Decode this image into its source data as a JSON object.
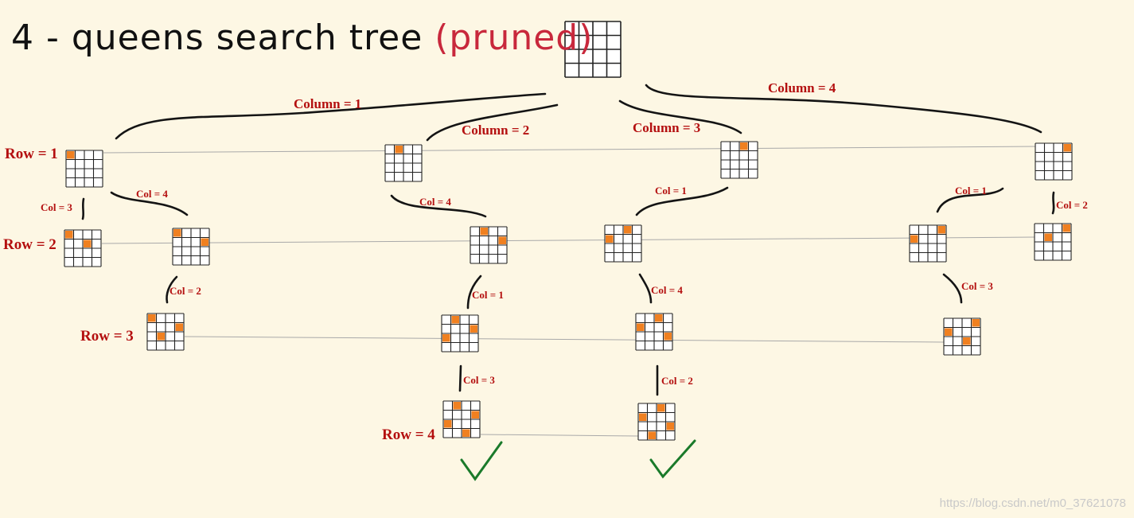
{
  "title": {
    "main": "4 - queens search tree",
    "sub": "(pruned)"
  },
  "row_labels": [
    "Row = 1",
    "Row = 2",
    "Row = 3",
    "Row = 4"
  ],
  "column_labels": [
    "Column = 1",
    "Column = 2",
    "Column = 3",
    "Column = 4"
  ],
  "edge_labels": [
    "Col = 3",
    "Col = 4",
    "Col = 4",
    "Col = 1",
    "Col = 1",
    "Col = 2",
    "Col = 2",
    "Col = 1",
    "Col = 4",
    "Col = 3",
    "Col = 3",
    "Col = 2"
  ],
  "watermark": "https://blog.csdn.net/m0_37621078",
  "colors": {
    "queen": "#f08020",
    "label": "#b40f0f",
    "title_sub": "#c8283c",
    "check": "#1a7a2a",
    "background": "#fdf7e4"
  },
  "boards": [
    {
      "name": "root",
      "queens": []
    },
    {
      "name": "c1",
      "queens": [
        [
          1,
          1
        ]
      ]
    },
    {
      "name": "c2",
      "queens": [
        [
          1,
          2
        ]
      ]
    },
    {
      "name": "c3",
      "queens": [
        [
          1,
          3
        ]
      ]
    },
    {
      "name": "c4",
      "queens": [
        [
          1,
          4
        ]
      ]
    },
    {
      "name": "c1-3",
      "queens": [
        [
          1,
          1
        ],
        [
          2,
          3
        ]
      ]
    },
    {
      "name": "c1-4",
      "queens": [
        [
          1,
          1
        ],
        [
          2,
          4
        ]
      ]
    },
    {
      "name": "c2-4",
      "queens": [
        [
          1,
          2
        ],
        [
          2,
          4
        ]
      ]
    },
    {
      "name": "c3-1",
      "queens": [
        [
          1,
          3
        ],
        [
          2,
          1
        ]
      ]
    },
    {
      "name": "c4-1",
      "queens": [
        [
          1,
          4
        ],
        [
          2,
          1
        ]
      ]
    },
    {
      "name": "c4-2",
      "queens": [
        [
          1,
          4
        ],
        [
          2,
          2
        ]
      ]
    },
    {
      "name": "c1-4-2",
      "queens": [
        [
          1,
          1
        ],
        [
          2,
          4
        ],
        [
          3,
          2
        ]
      ]
    },
    {
      "name": "c2-4-1",
      "queens": [
        [
          1,
          2
        ],
        [
          2,
          4
        ],
        [
          3,
          1
        ]
      ]
    },
    {
      "name": "c3-1-4",
      "queens": [
        [
          1,
          3
        ],
        [
          2,
          1
        ],
        [
          3,
          4
        ]
      ]
    },
    {
      "name": "c4-1-3",
      "queens": [
        [
          1,
          4
        ],
        [
          2,
          1
        ],
        [
          3,
          3
        ]
      ]
    },
    {
      "name": "c2-4-1-3",
      "queens": [
        [
          1,
          2
        ],
        [
          2,
          4
        ],
        [
          3,
          1
        ],
        [
          4,
          3
        ]
      ]
    },
    {
      "name": "c3-1-4-2",
      "queens": [
        [
          1,
          3
        ],
        [
          2,
          1
        ],
        [
          3,
          4
        ],
        [
          4,
          2
        ]
      ]
    }
  ],
  "solutions": 2
}
